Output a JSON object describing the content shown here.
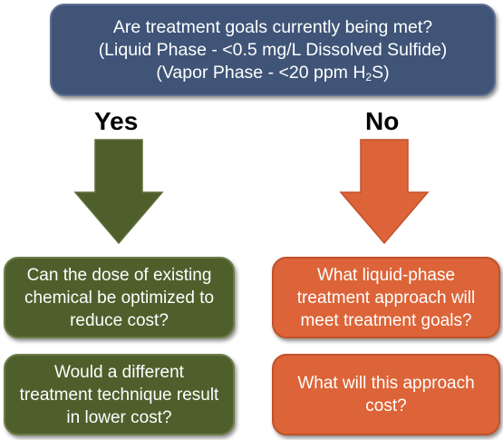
{
  "question": {
    "line1": "Are treatment goals currently being met?",
    "line2": "(Liquid Phase - <0.5 mg/L Dissolved Sulfide)",
    "line3_prefix": "(Vapor Phase - <20 ppm H",
    "line3_sub": "2",
    "line3_suffix": "S)"
  },
  "yes_branch": {
    "label": "Yes",
    "color": "#4e5f2c",
    "box1": "Can the dose of existing chemical be optimized to reduce cost?",
    "box2": "Would a different treatment technique result in lower cost?"
  },
  "no_branch": {
    "label": "No",
    "color": "#dc6438",
    "box1": "What liquid-phase treatment approach will meet treatment goals?",
    "box2": "What will this approach cost?"
  },
  "header_color": "#3f5477"
}
